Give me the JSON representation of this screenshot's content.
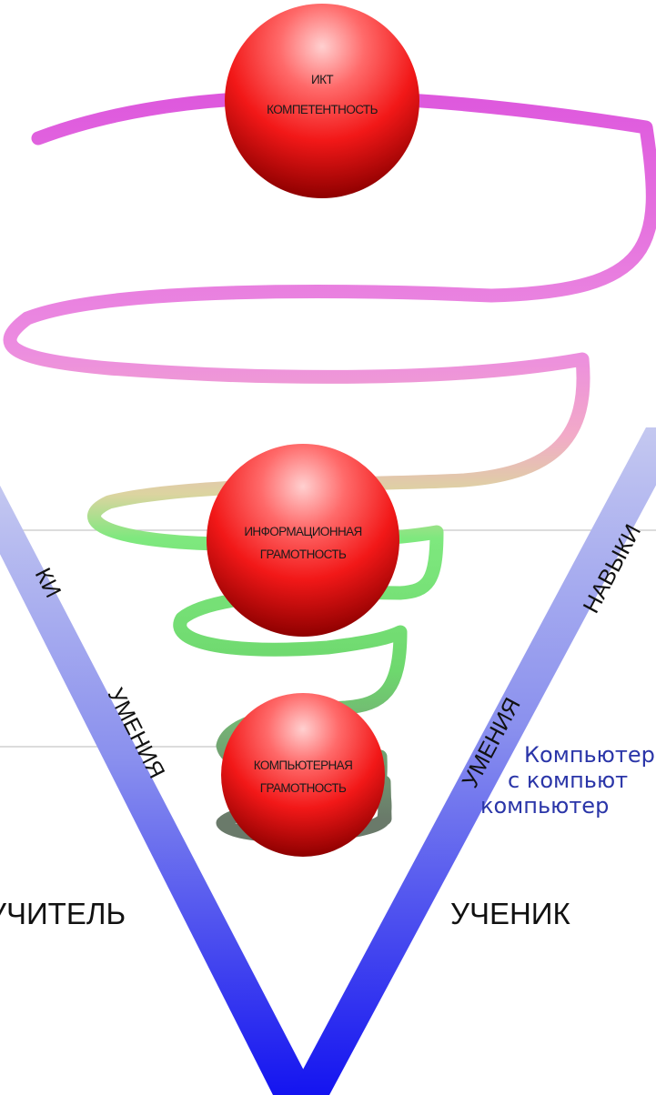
{
  "colors": {
    "bar_top": "#c4c8f0",
    "bar_bottom": "#1414f0",
    "sphere_light": "#ffd0d0",
    "sphere_mid": "#f21818",
    "sphere_dark": "#8e0000",
    "spiral_top": "#dd55dd",
    "spiral_mid": "#f2aac8",
    "spiral_green": "#7ee87e",
    "spiral_bottom": "#6a7a6a",
    "blue_text": "#2a35a8"
  },
  "spheres": {
    "ikt": {
      "line1": "ИКТ",
      "line2": "КОМПЕТЕНТНОСТЬ"
    },
    "info": {
      "line1": "ИНФОРМАЦИОННАЯ",
      "line2": "ГРАМОТНОСТЬ"
    },
    "computer": {
      "line1": "КОМПЬЮТЕРНАЯ",
      "line2": "ГРАМОТНОСТЬ"
    }
  },
  "left_bar": {
    "label_top": "КИ",
    "label_mid": "УМЕНИЯ"
  },
  "right_bar": {
    "label_top": "НАВЫКИ",
    "label_mid": "УМЕНИЯ"
  },
  "bottom": {
    "teacher": "УЧИТЕЛЬ",
    "student": "УЧЕНИК"
  },
  "side_text": {
    "line1": "Компьютер",
    "line2": "с компьют",
    "line3": "компьютер"
  }
}
